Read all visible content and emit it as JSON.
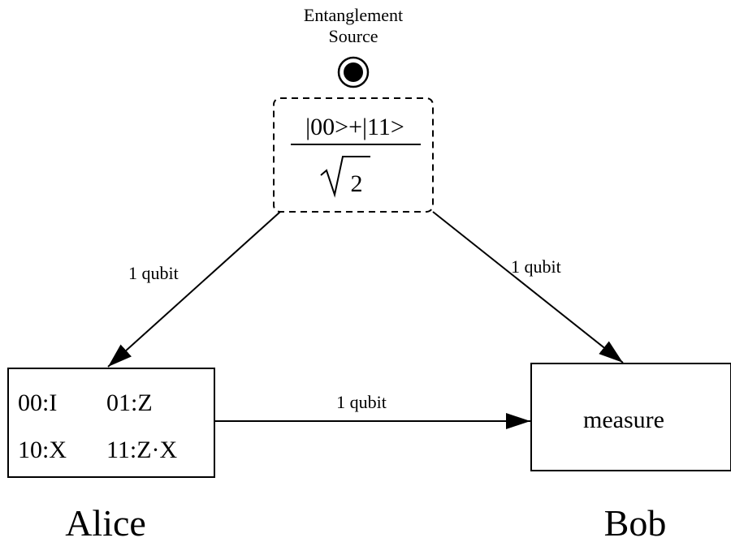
{
  "source": {
    "title_line1": "Entanglement",
    "title_line2": "Source",
    "state_numerator": "|00>+|11>",
    "state_denominator_number": "2"
  },
  "edges": {
    "source_to_alice": "1 qubit",
    "source_to_bob": "1 qubit",
    "alice_to_bob": "1 qubit"
  },
  "alice": {
    "name": "Alice",
    "ops": [
      {
        "code": "00:I"
      },
      {
        "code": "01:Z"
      },
      {
        "code": "10:X"
      },
      {
        "code": "11:Z·X"
      }
    ]
  },
  "bob": {
    "name": "Bob",
    "action": "measure"
  }
}
